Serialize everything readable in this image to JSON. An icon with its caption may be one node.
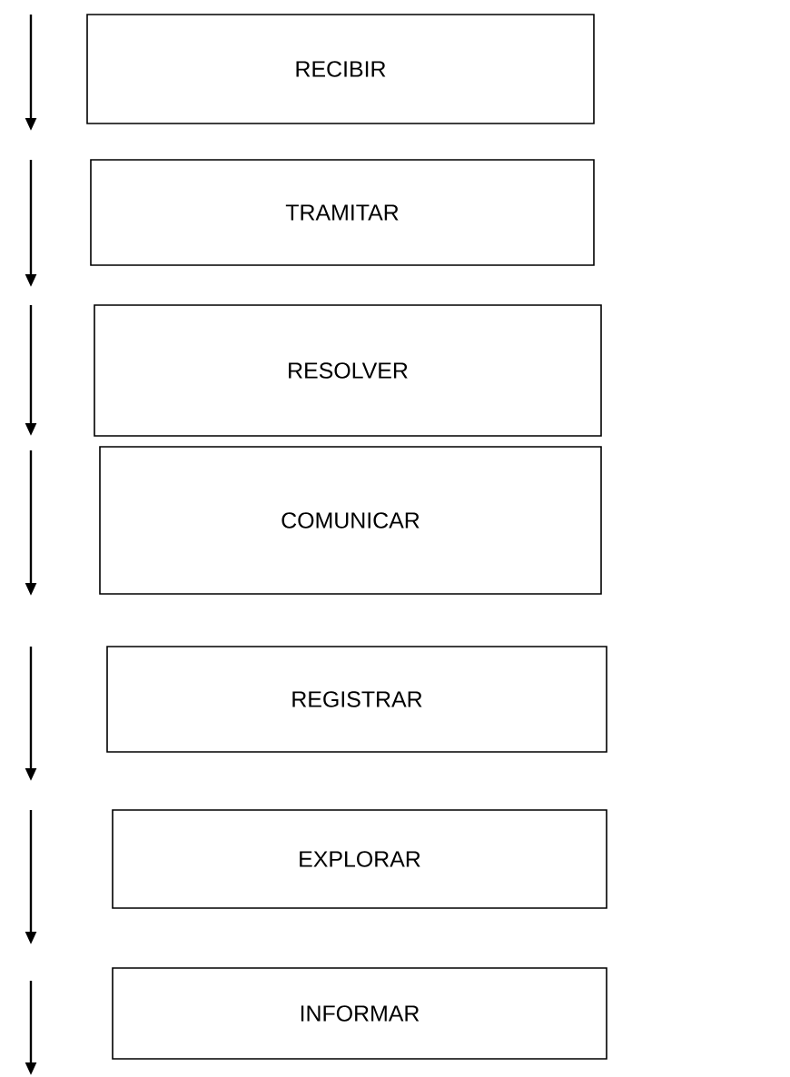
{
  "diagram": {
    "nodes": [
      {
        "text": [
          "RECIBIR"
        ]
      },
      {
        "text": [
          "TRAMITAR"
        ]
      },
      {
        "text": [
          "RESOLVER"
        ]
      },
      {
        "text": [
          "COMUNICAR"
        ]
      },
      {
        "text": [
          "REGISTRAR"
        ]
      },
      {
        "text": [
          "EXPLORAR"
        ]
      },
      {
        "text": [
          "INFORMAR"
        ]
      }
    ]
  }
}
